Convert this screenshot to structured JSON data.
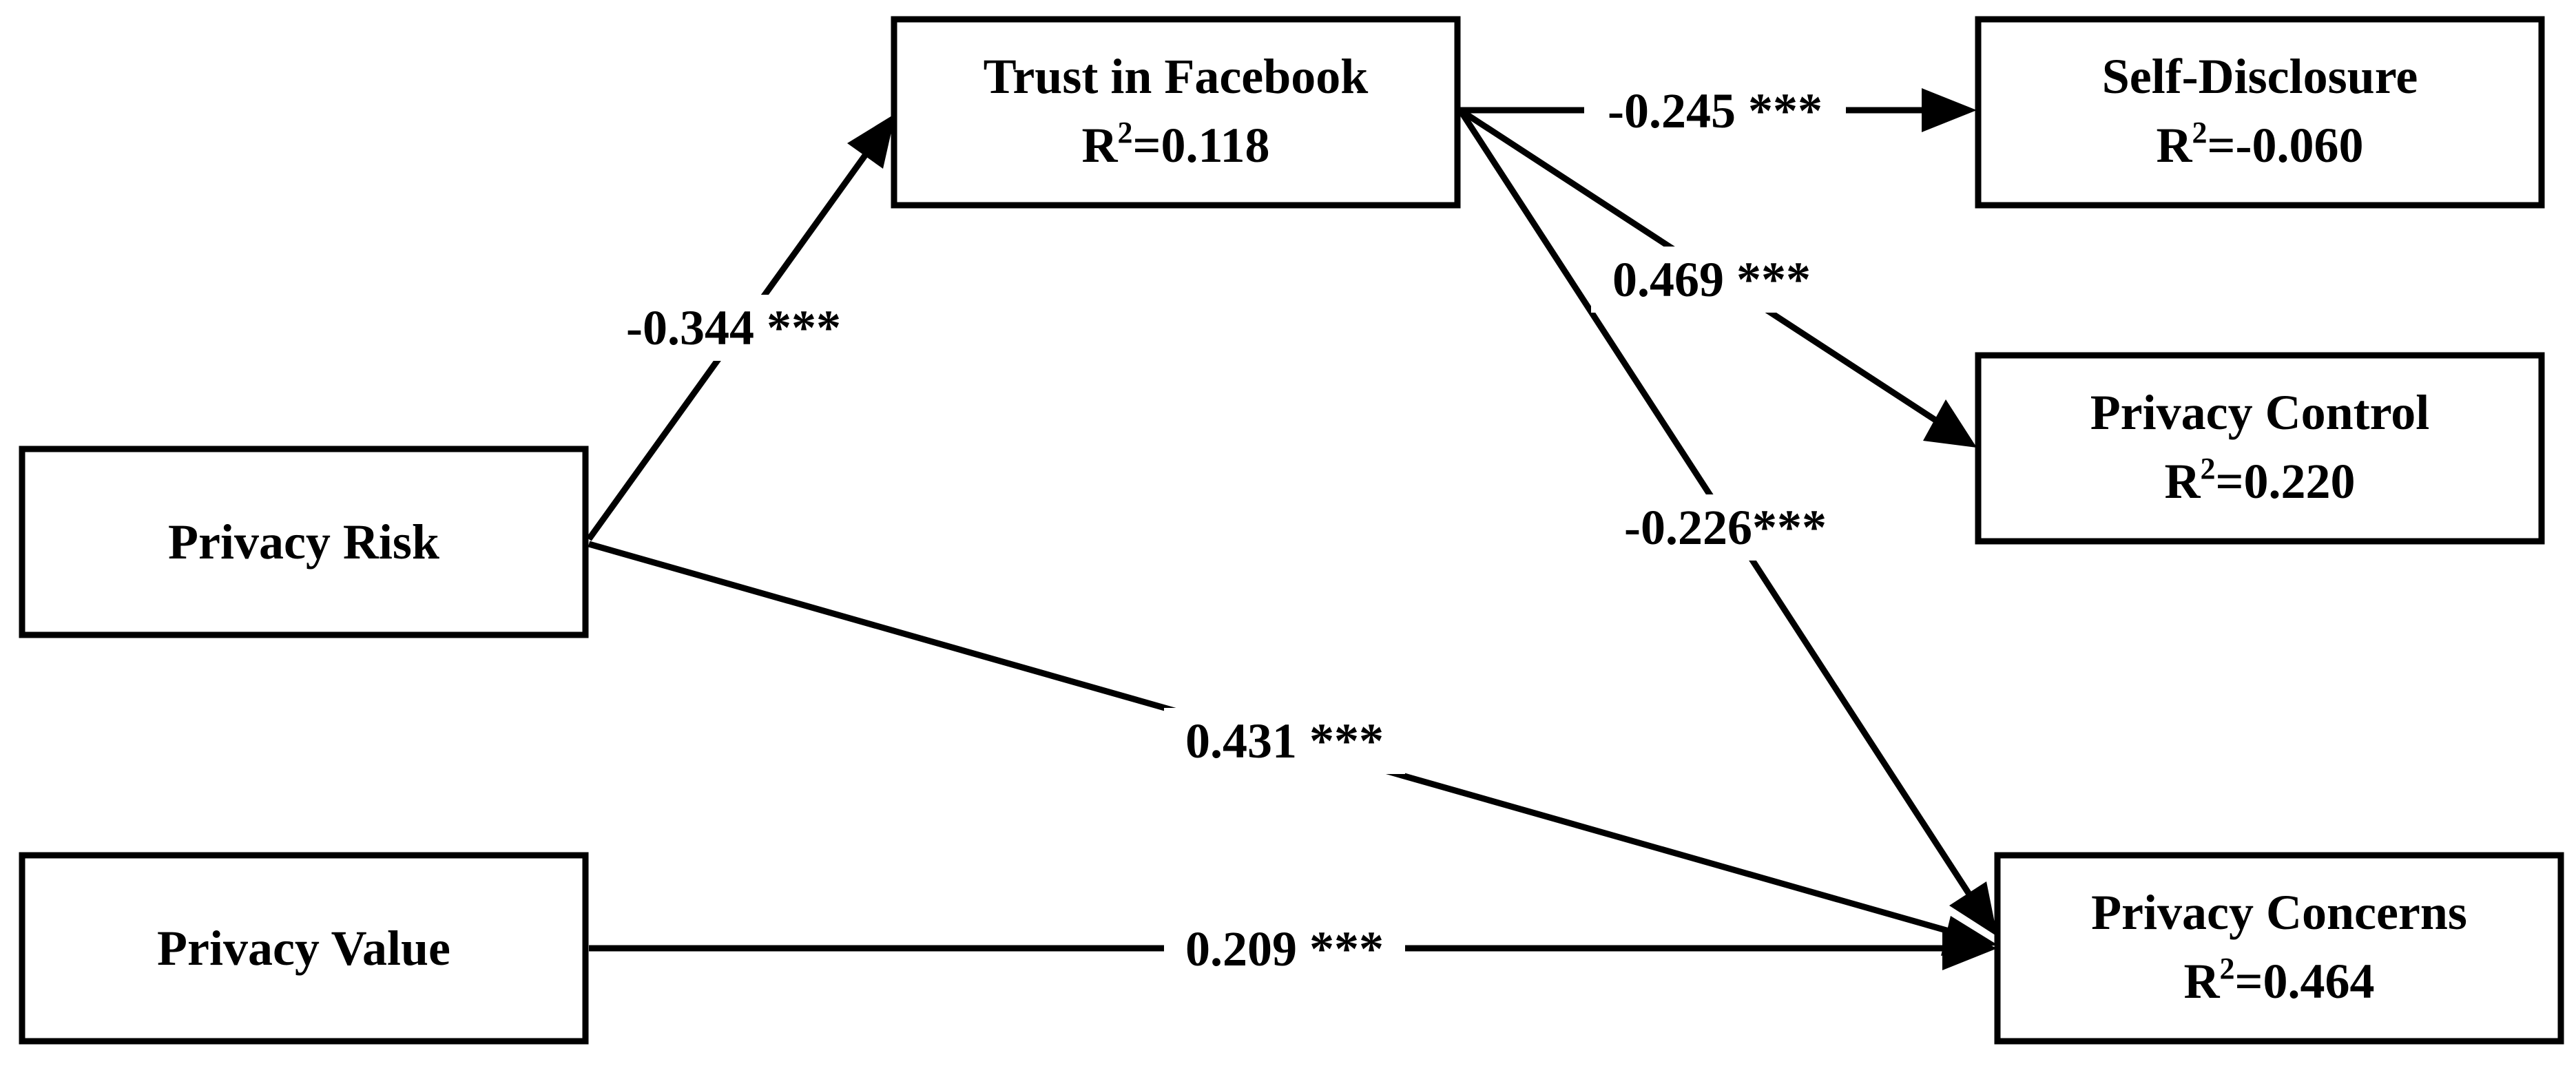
{
  "nodes": {
    "trust": {
      "label": "Trust in Facebook",
      "r2_prefix": "R",
      "r2_sup": "2",
      "r2_value": "=0.118"
    },
    "self_disclosure": {
      "label": "Self-Disclosure",
      "r2_prefix": "R",
      "r2_sup": "2",
      "r2_value": "=-0.060"
    },
    "privacy_control": {
      "label": "Privacy Control",
      "r2_prefix": "R",
      "r2_sup": "2",
      "r2_value": "=0.220"
    },
    "privacy_risk": {
      "label": "Privacy Risk"
    },
    "privacy_value": {
      "label": "Privacy Value"
    },
    "privacy_concerns": {
      "label": "Privacy Concerns",
      "r2_prefix": "R",
      "r2_sup": "2",
      "r2_value": "=0.464"
    }
  },
  "edges": {
    "risk_to_trust": "-0.344 ***",
    "trust_to_self_disclosure": "-0.245 ***",
    "trust_to_privacy_control": "0.469 ***",
    "trust_to_privacy_concerns": "-0.226***",
    "risk_to_privacy_concerns": "0.431 ***",
    "value_to_privacy_concerns": "0.209 ***"
  }
}
